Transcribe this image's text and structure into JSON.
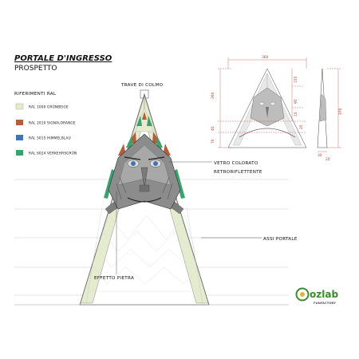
{
  "header": {
    "title": "PORTALE D'INGRESSO",
    "subtitle": "PROSPETTO"
  },
  "legend": {
    "heading": "RIFERIMENTI RAL",
    "items": [
      {
        "label": "RAL 1000 GRÜNBEIGE",
        "color": "#e4ebcf"
      },
      {
        "label": "RAL 2010 SIGNALORANGE",
        "color": "#b45f3a"
      },
      {
        "label": "RAL 5015 HIMMELBLAU",
        "color": "#3f74b6"
      },
      {
        "label": "RAL 6024 VERKEHRSGRÜN",
        "color": "#3aa36d"
      }
    ]
  },
  "annotations": {
    "ridge_beam": "TRAVE DI COLMO",
    "glass_line1": "VETRO COLORATO",
    "glass_line2": "RETRORIFLETTENTE",
    "planks": "ASSI PORTALE",
    "stone": "EFFETTO PIETRA"
  },
  "dimensions": {
    "width_top": "360",
    "height_left": "260",
    "height_total": "370",
    "d155": "155",
    "d95": "95",
    "d15": "15",
    "d25": "25",
    "d70": "70",
    "d40": "40",
    "d30": "30",
    "d20": "20"
  },
  "logo": {
    "brand": "ozlab",
    "tagline": "FUNFACTORY"
  },
  "colors": {
    "beige": "#e4ebcf",
    "orange": "#b45f3a",
    "blue": "#3f74b6",
    "green": "#3aa36d",
    "dimension": "#c0392b"
  }
}
